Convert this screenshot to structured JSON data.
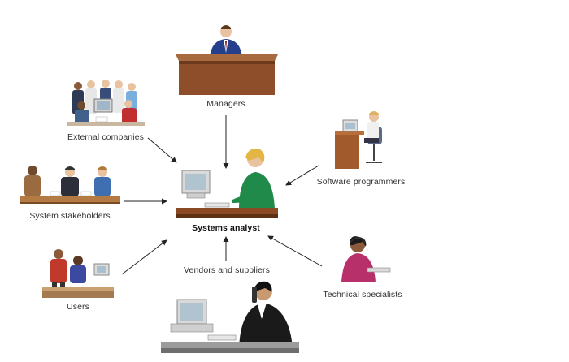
{
  "diagram": {
    "center": {
      "label": "Systems analyst"
    },
    "nodes": {
      "managers": {
        "label": "Managers"
      },
      "external": {
        "label": "External companies"
      },
      "programmers": {
        "label": "Software programmers"
      },
      "stakeholders": {
        "label": "System stakeholders"
      },
      "users": {
        "label": "Users"
      },
      "vendors": {
        "label": "Vendors and suppliers"
      },
      "specialists": {
        "label": "Technical specialists"
      }
    }
  }
}
